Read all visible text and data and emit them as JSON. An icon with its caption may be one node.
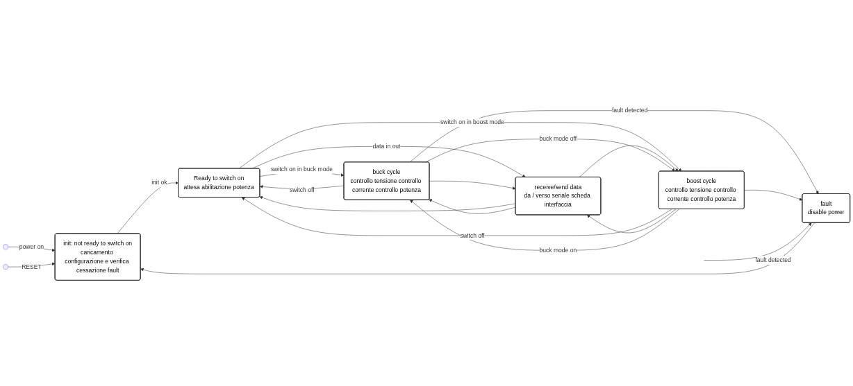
{
  "diagram": {
    "nodes": [
      {
        "text": [],
        "shape": "circle"
      },
      {
        "text": [],
        "shape": "circle"
      },
      {
        "text": [
          "init: not ready to switch on",
          "caricamento configurazione e verifica cessazione fault"
        ]
      },
      {
        "text": [
          "Ready to switch on",
          "attesa abilitazione potenza"
        ]
      },
      {
        "text": [
          "buck cycle",
          "controllo tensione controllo corrente controllo potenza"
        ]
      },
      {
        "text": [
          "receive/send data",
          "da / verso seriale scheda interfaccia"
        ]
      },
      {
        "text": [
          "boost cycle",
          "controllo tensione controllo corrente controllo potenza"
        ]
      },
      {
        "text": [
          "fault",
          "disable power"
        ]
      }
    ],
    "edges": [
      {
        "from": 0,
        "to": 2,
        "arrow": "to",
        "label": "power on"
      },
      {
        "from": 1,
        "to": 2,
        "arrow": "to",
        "label": "RESET"
      },
      {
        "from": 2,
        "to": 3,
        "arrow": "to",
        "label": "init ok"
      },
      {
        "from": 3,
        "to": 4,
        "arrow": "to",
        "label": "switch on in buck mode"
      },
      {
        "from": 4,
        "to": 3,
        "arrow": "to",
        "label": "switch off"
      },
      {
        "from": 3,
        "to": 5,
        "arrow": "to",
        "label": "data in out"
      },
      {
        "from": 5,
        "to": 3,
        "arrow": "to"
      },
      {
        "from": 3,
        "to": 6,
        "arrow": "to",
        "label": "switch on in boost mode"
      },
      {
        "from": 6,
        "to": 3,
        "arrow": "to",
        "label": "switch off"
      },
      {
        "from": 4,
        "to": 5,
        "arrow": "to"
      },
      {
        "from": 5,
        "to": 4,
        "arrow": "to"
      },
      {
        "from": 5,
        "to": 6,
        "arrow": "to"
      },
      {
        "from": 6,
        "to": 5,
        "arrow": "to"
      },
      {
        "from": 4,
        "to": 6,
        "arrow": "to",
        "label": "buck mode off"
      },
      {
        "from": 6,
        "to": 4,
        "arrow": "to",
        "label": "buck mode on"
      },
      {
        "from": 4,
        "to": 7,
        "arrow": "to",
        "label": "fault detected"
      },
      {
        "from": 6,
        "to": 7,
        "arrow": "to"
      },
      {
        "from": null,
        "to": 7,
        "arrow": "to",
        "label": "fault detected"
      },
      {
        "from": 7,
        "to": 2,
        "arrow": "to"
      }
    ]
  }
}
